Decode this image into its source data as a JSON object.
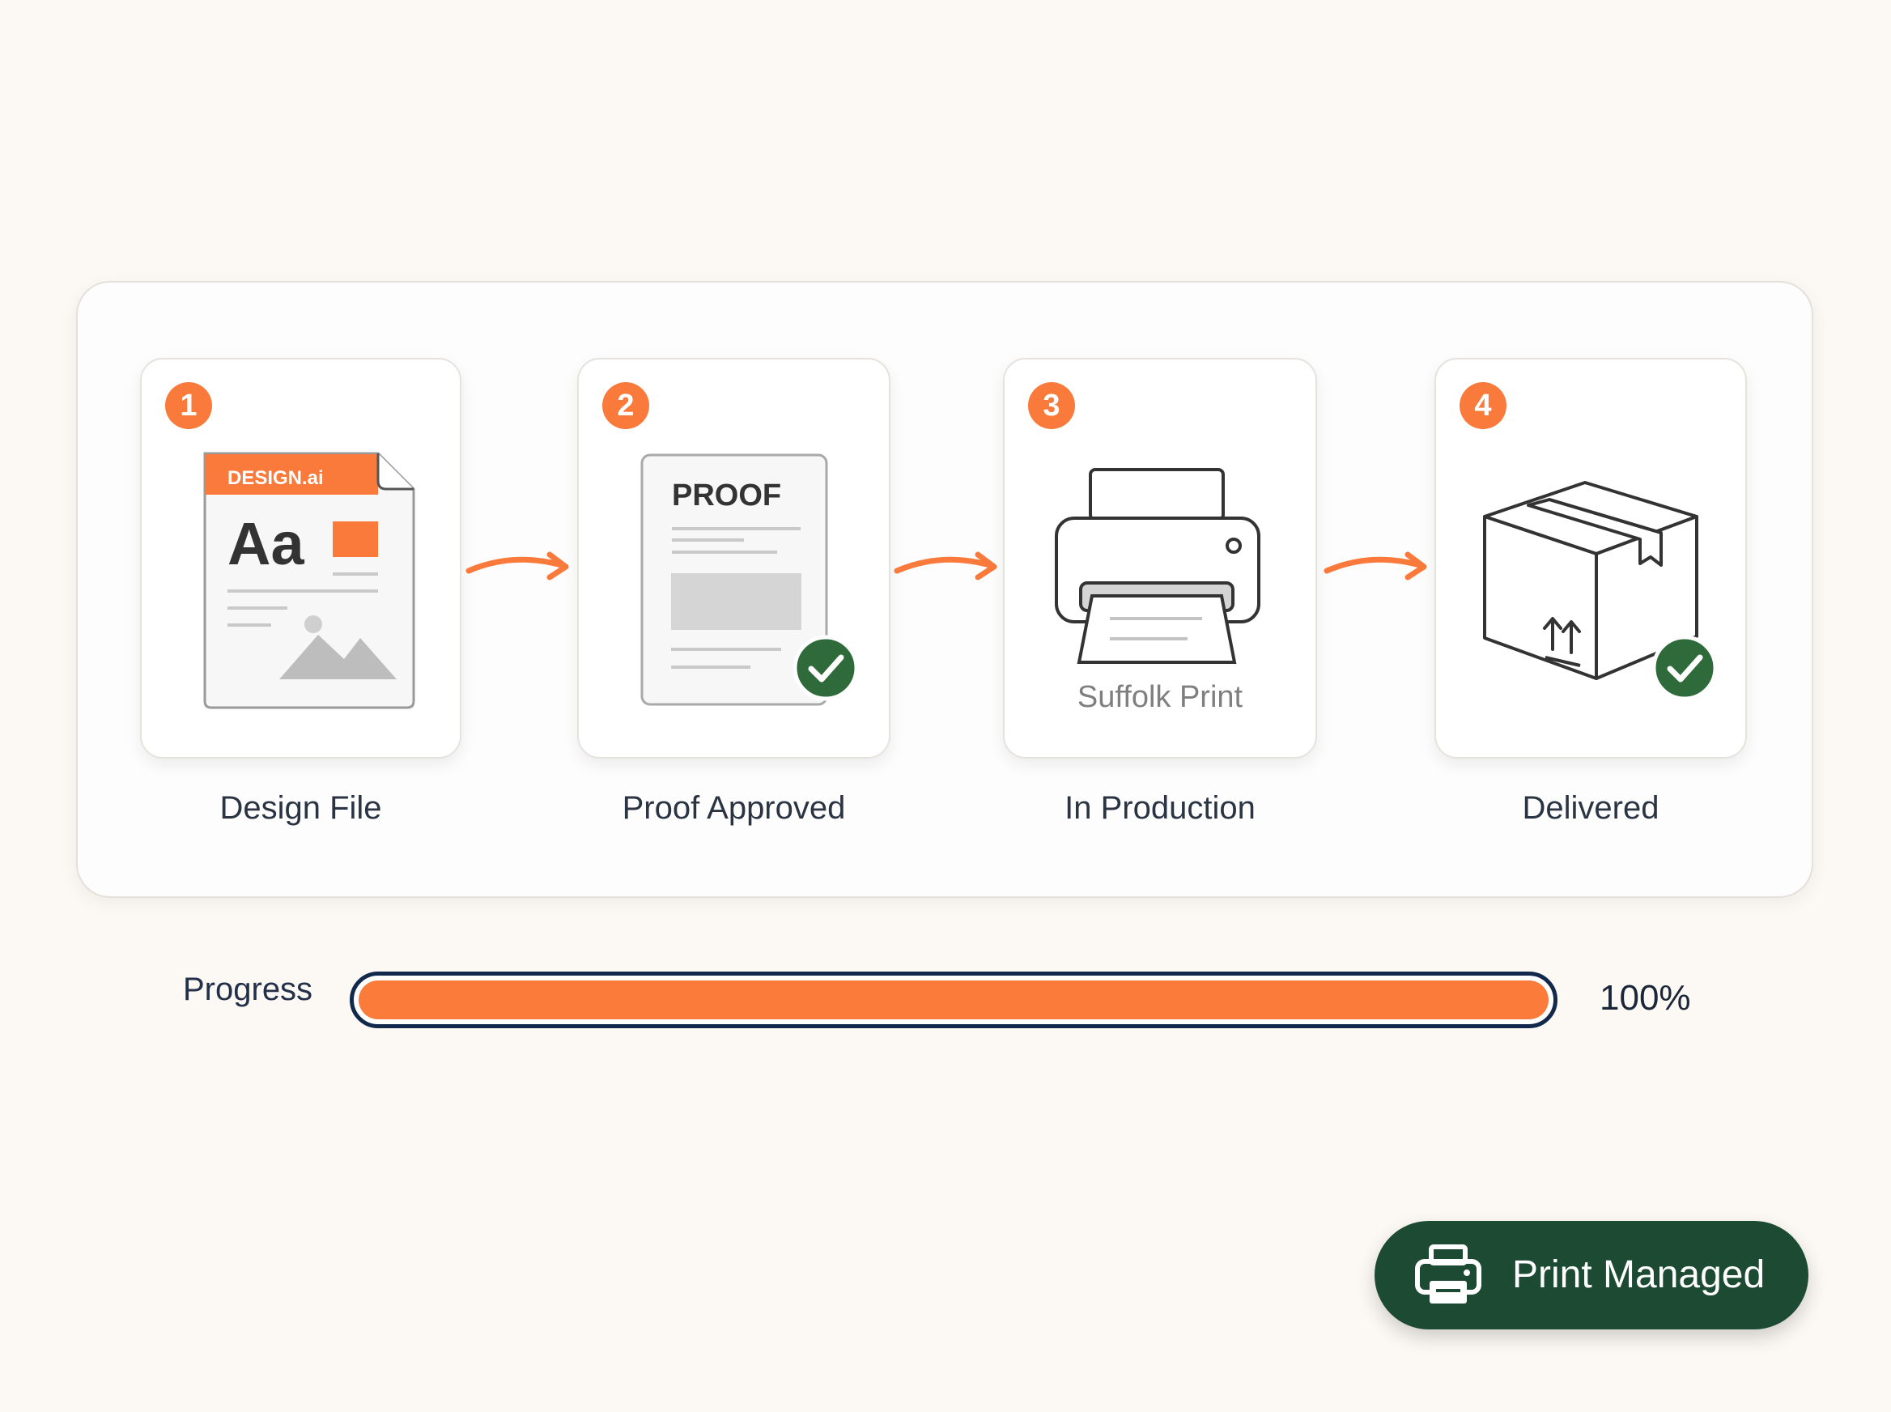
{
  "steps": [
    {
      "number": "1",
      "label": "Design File",
      "file_tab": "DESIGN.ai",
      "sample_text": "Aa"
    },
    {
      "number": "2",
      "label": "Proof Approved",
      "doc_title": "PROOF"
    },
    {
      "number": "3",
      "label": "In Production",
      "brand": "Suffolk Print"
    },
    {
      "number": "4",
      "label": "Delivered"
    }
  ],
  "progress": {
    "label": "Progress",
    "value_text": "100%",
    "fraction": 1.0
  },
  "cta": {
    "label": "Print Managed",
    "icon": "printer-icon"
  },
  "colors": {
    "accent": "#f97a3a",
    "success": "#2e6a3a",
    "cta_bg": "#1d4a33",
    "track_border": "#13294b"
  }
}
